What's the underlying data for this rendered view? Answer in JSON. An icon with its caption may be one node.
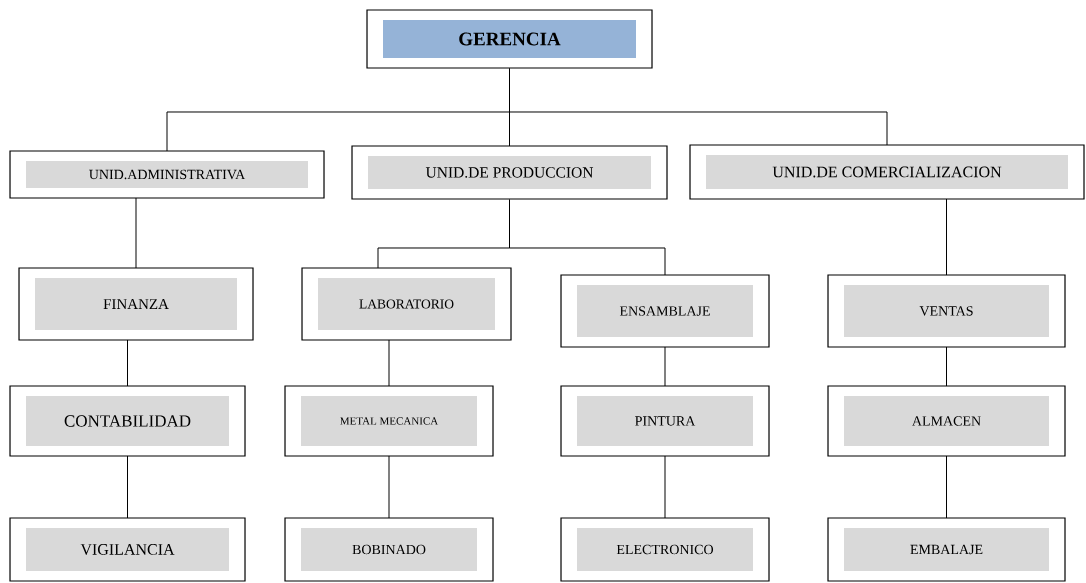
{
  "diagram": {
    "nodes": [
      {
        "text": [
          "GERENCIA"
        ]
      },
      {
        "text": [
          "UNID.ADMINISTRATIVA"
        ]
      },
      {
        "text": [
          "UNID.DE PRODUCCION"
        ]
      },
      {
        "text": [
          "UNID.DE COMERCIALIZACION"
        ]
      },
      {
        "text": [
          "FINANZA"
        ]
      },
      {
        "text": [
          "LABORATORIO"
        ]
      },
      {
        "text": [
          "ENSAMBLAJE"
        ]
      },
      {
        "text": [
          "VENTAS"
        ]
      },
      {
        "text": [
          "CONTABILIDAD"
        ]
      },
      {
        "text": [
          "METAL MECANICA"
        ]
      },
      {
        "text": [
          "PINTURA"
        ]
      },
      {
        "text": [
          "ALMACEN"
        ]
      },
      {
        "text": [
          "VIGILANCIA"
        ]
      },
      {
        "text": [
          "BOBINADO"
        ]
      },
      {
        "text": [
          "ELECTRONICO"
        ]
      },
      {
        "text": [
          "EMBALAJE"
        ]
      }
    ],
    "edges": [
      {
        "from": 0,
        "to": 1,
        "arrow": "none"
      },
      {
        "from": 0,
        "to": 2,
        "arrow": "none"
      },
      {
        "from": 0,
        "to": 3,
        "arrow": "none"
      },
      {
        "from": 1,
        "to": 4,
        "arrow": "none"
      },
      {
        "from": 2,
        "to": 5,
        "arrow": "none"
      },
      {
        "from": 2,
        "to": 6,
        "arrow": "none"
      },
      {
        "from": 3,
        "to": 7,
        "arrow": "none"
      },
      {
        "from": 4,
        "to": 8,
        "arrow": "none"
      },
      {
        "from": 5,
        "to": 9,
        "arrow": "none"
      },
      {
        "from": 6,
        "to": 10,
        "arrow": "none"
      },
      {
        "from": 7,
        "to": 11,
        "arrow": "none"
      },
      {
        "from": 8,
        "to": 12,
        "arrow": "none"
      },
      {
        "from": 9,
        "to": 13,
        "arrow": "none"
      },
      {
        "from": 10,
        "to": 14,
        "arrow": "none"
      },
      {
        "from": 11,
        "to": 15,
        "arrow": "none"
      }
    ]
  }
}
